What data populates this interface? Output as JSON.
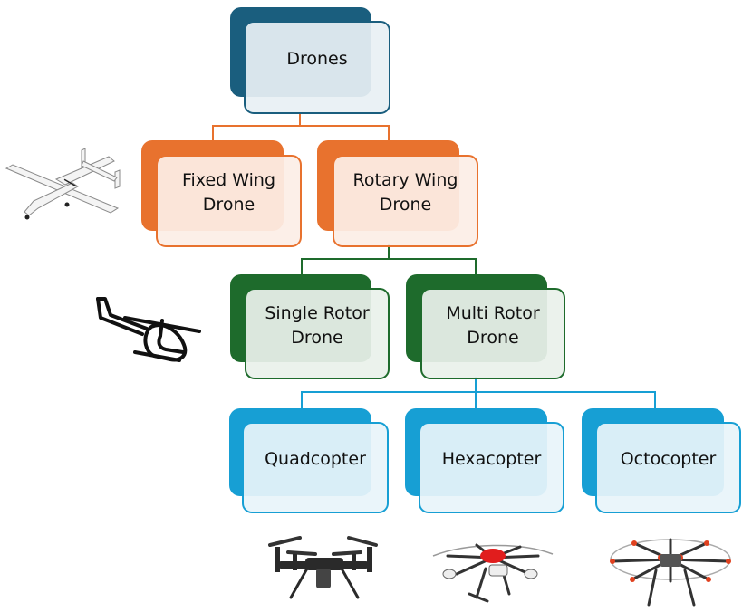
{
  "diagram": {
    "type": "hierarchy",
    "colors": {
      "root": "#1a5e7e",
      "level1": "#e8722e",
      "level2": "#1e6b2c",
      "level3": "#179fd4"
    },
    "root": {
      "label": "Drones"
    },
    "level1": [
      {
        "label_line1": "Fixed Wing",
        "label_line2": "Drone",
        "icon": "fixed-wing-aircraft"
      },
      {
        "label_line1": "Rotary Wing",
        "label_line2": "Drone"
      }
    ],
    "level2": [
      {
        "label_line1": "Single Rotor",
        "label_line2": "Drone",
        "icon": "helicopter"
      },
      {
        "label_line1": "Multi Rotor",
        "label_line2": "Drone"
      }
    ],
    "level3": [
      {
        "label": "Quadcopter",
        "icon": "quadcopter"
      },
      {
        "label": "Hexacopter",
        "icon": "hexacopter"
      },
      {
        "label": "Octocopter",
        "icon": "octocopter"
      }
    ]
  }
}
